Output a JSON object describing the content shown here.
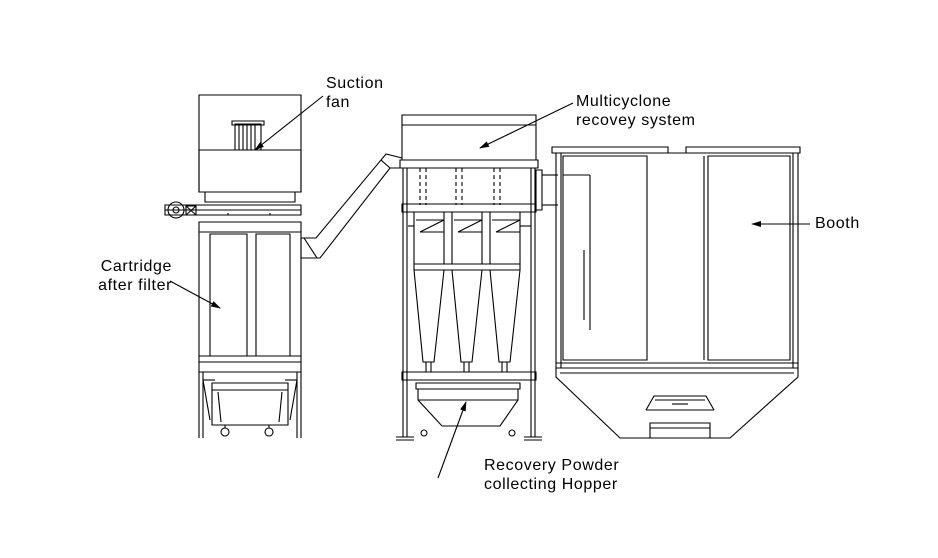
{
  "diagram": {
    "labels": {
      "suction_fan": [
        "Suction",
        "fan"
      ],
      "multicyclone": [
        "Multicyclone",
        "recovey system"
      ],
      "booth": "Booth",
      "cartridge": [
        "Cartridge",
        "after filter"
      ],
      "hopper": [
        "Recovery Powder",
        "collecting Hopper"
      ]
    },
    "colors": {
      "line": "#000000",
      "background": "#ffffff"
    }
  }
}
